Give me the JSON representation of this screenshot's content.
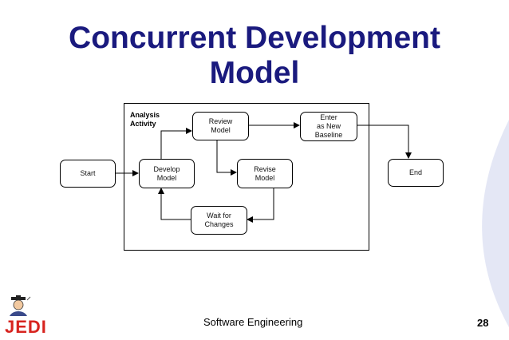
{
  "title": {
    "line1": "Concurrent Development",
    "line2": "Model"
  },
  "frame": {
    "label_line1": "Analysis",
    "label_line2": "Activity"
  },
  "nodes": {
    "start": {
      "line1": "Start"
    },
    "develop": {
      "line1": "Develop",
      "line2": "Model"
    },
    "review": {
      "line1": "Review",
      "line2": "Model"
    },
    "revise": {
      "line1": "Revise",
      "line2": "Model"
    },
    "wait": {
      "line1": "Wait for",
      "line2": "Changes"
    },
    "baseline": {
      "line1": "Enter",
      "line2": "as New",
      "line3": "Baseline"
    },
    "end": {
      "line1": "End"
    }
  },
  "footer": {
    "course": "Software Engineering",
    "page": "28",
    "logo": "JEDI"
  },
  "colors": {
    "title": "#1a1a7e",
    "swoosh": "#dfe3f3",
    "logo": "#d7241f"
  }
}
